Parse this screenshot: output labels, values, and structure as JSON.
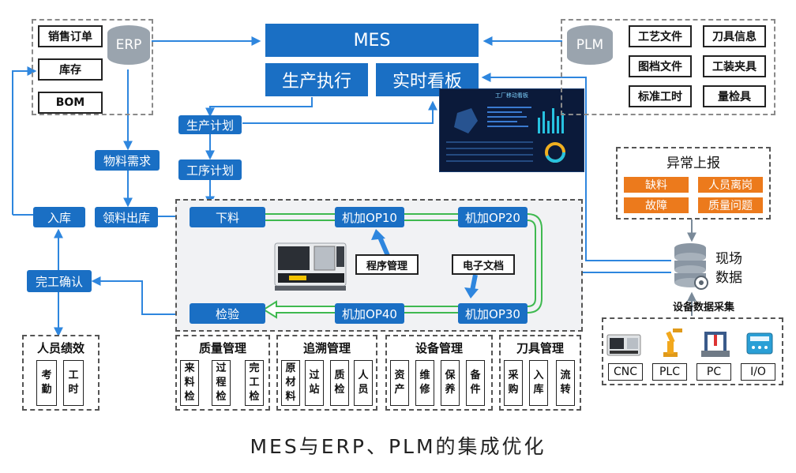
{
  "erp": {
    "label": "ERP",
    "items": [
      "销售订单",
      "库存",
      "BOM"
    ]
  },
  "plm": {
    "label": "PLM",
    "items": [
      "工艺文件",
      "刀具信息",
      "图档文件",
      "工装夹具",
      "标准工时",
      "量检具"
    ]
  },
  "mes": {
    "title": "MES",
    "exec": "生产执行",
    "board": "实时看板"
  },
  "dashboard": {
    "title": "工厂移动看板"
  },
  "flow": {
    "plan": "生产计划",
    "process_plan": "工序计划",
    "material_demand": "物料需求",
    "warehouse_in": "入库",
    "material_out": "领料出库",
    "completion": "完工确认",
    "feed": "下料",
    "op10": "机加OP10",
    "op20": "机加OP20",
    "op30": "机加OP30",
    "op40": "机加OP40",
    "inspect": "检验",
    "program_mgmt": "程序管理",
    "e_doc": "电子文档"
  },
  "exception": {
    "title": "异常上报",
    "items": [
      "缺料",
      "人员离岗",
      "故障",
      "质量问题"
    ]
  },
  "field_data": {
    "label": "现场\n数据",
    "collect": "设备数据采集",
    "devices": [
      "CNC",
      "PLC",
      "PC",
      "I/O"
    ]
  },
  "groups": {
    "performance": {
      "title": "人员绩效",
      "items": [
        "考勤",
        "工时"
      ]
    },
    "quality": {
      "title": "质量管理",
      "items": [
        "来料检",
        "过程检",
        "完工检"
      ]
    },
    "trace": {
      "title": "追溯管理",
      "items": [
        "原材料",
        "过站",
        "质检",
        "人员"
      ]
    },
    "equipment": {
      "title": "设备管理",
      "items": [
        "资产",
        "维修",
        "保养",
        "备件"
      ]
    },
    "tool": {
      "title": "刀具管理",
      "items": [
        "采购",
        "入库",
        "流转"
      ]
    }
  },
  "caption": "MES与ERP、PLM的集成优化",
  "colors": {
    "blue": "#1a6fc4",
    "orange": "#ec7a1c",
    "green": "#3fb950",
    "gray": "#9aa4ae"
  }
}
